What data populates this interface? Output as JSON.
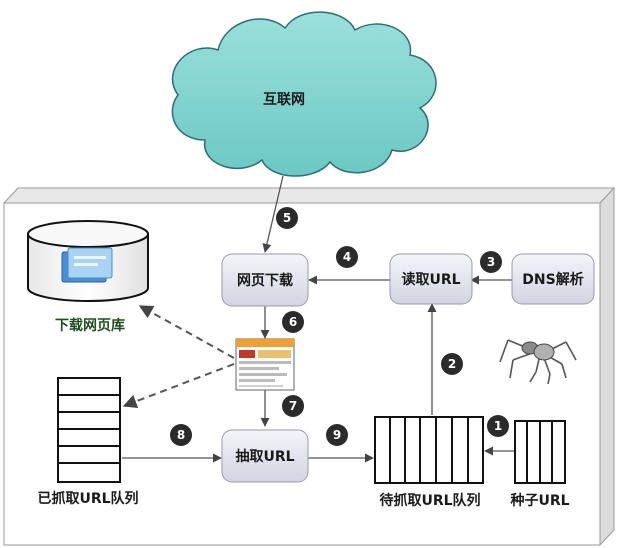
{
  "cloud": {
    "label": "互联网"
  },
  "nodes": {
    "page_download": "网页下载",
    "read_url": "读取URL",
    "dns_resolve": "DNS解析",
    "extract_url": "抽取URL",
    "downloaded_db": "下载网页库",
    "crawled_queue": "已抓取URL队列",
    "pending_queue": "待抓取URL队列",
    "seed_url": "种子URL"
  },
  "steps": [
    "1",
    "2",
    "3",
    "4",
    "5",
    "6",
    "7",
    "8",
    "9"
  ],
  "colors": {
    "cloud_fill": "#7fd3cf",
    "cloud_stroke": "#2d6e75",
    "node_fill": "#e6e6f0",
    "node_stroke": "#9a9aae",
    "badge": "#2b2b2b",
    "arrow": "#555555",
    "label_green": "#1f4e1f"
  },
  "icons": {
    "database": "database-icon",
    "web_page": "web-page-icon",
    "spider": "spider-icon"
  }
}
